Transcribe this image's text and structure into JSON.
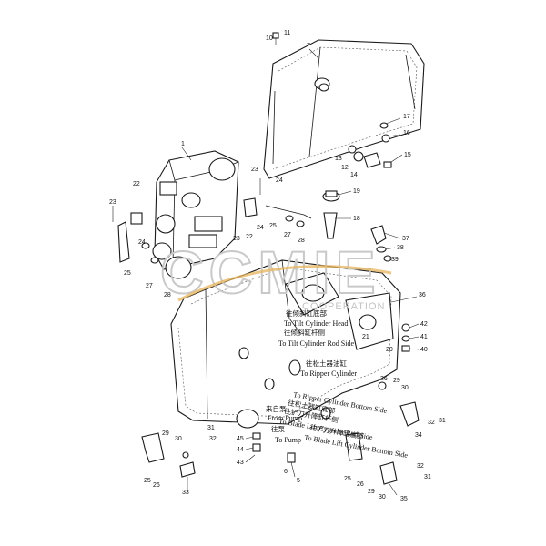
{
  "watermark": {
    "brand": "CCMIE",
    "subtitle": "COOPERATION"
  },
  "part_numbers": [
    "1",
    "5",
    "6",
    "7",
    "10",
    "11",
    "12",
    "13",
    "14",
    "15",
    "16",
    "17",
    "18",
    "19",
    "20",
    "21",
    "22",
    "23",
    "24",
    "25",
    "26",
    "27",
    "28",
    "29",
    "30",
    "31",
    "32",
    "33",
    "34",
    "35",
    "36",
    "37",
    "38",
    "39",
    "40",
    "41",
    "42",
    "43",
    "44",
    "45"
  ],
  "annotations": [
    {
      "id": "tilt_cyl_head_cn",
      "text": "往倾斜缸底部"
    },
    {
      "id": "tilt_cyl_head_en",
      "text": "To Tilt Cylinder Head"
    },
    {
      "id": "tilt_cyl_rod_cn",
      "text": "往倾斜缸杆侧"
    },
    {
      "id": "tilt_cyl_rod_en",
      "text": "To Tilt Cylinder Rod Side"
    },
    {
      "id": "ripper_cyl_cn",
      "text": "往松土器油缸"
    },
    {
      "id": "ripper_cyl_en",
      "text": "To Ripper Cylinder"
    },
    {
      "id": "ripper_bottom_en",
      "text": "To Ripper Cylinder Bottom Side"
    },
    {
      "id": "ripper_bottom_cn",
      "text": "往松土器缸底部"
    },
    {
      "id": "blade_lift_cn",
      "text": "往铲刀升降缸杆侧"
    },
    {
      "id": "blade_lift_en",
      "text": "To Blade Lift Cylinder Rod Side"
    },
    {
      "id": "from_pump_cn",
      "text": "来自泵"
    },
    {
      "id": "from_pump_en",
      "text": "From Pump"
    },
    {
      "id": "to_pump_cn",
      "text": "往泵"
    },
    {
      "id": "to_pump_en",
      "text": "To Pump"
    },
    {
      "id": "blade_lift_bottom_cn",
      "text": "往铲刀升降缸底部"
    },
    {
      "id": "blade_lift_bottom_en",
      "text": "To Blade Lift Cylinder Bottom Side"
    }
  ]
}
